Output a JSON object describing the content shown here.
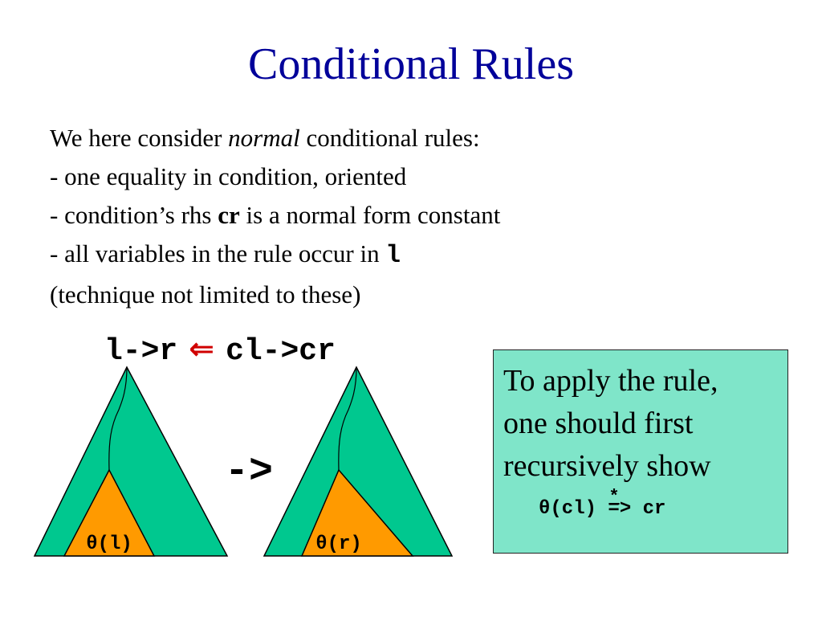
{
  "title": "Conditional Rules",
  "body": {
    "line1_pre": "We here consider ",
    "line1_em": "normal",
    "line1_post": " conditional rules:",
    "line2": "- one equality in condition, oriented",
    "line3_pre": "- condition’s rhs ",
    "line3_bold": "cr",
    "line3_post": " is a normal form constant",
    "line4_pre": "- all variables in the rule occur in ",
    "line4_code": "l",
    "line5": "(technique not limited to these)"
  },
  "rule": {
    "lhs": "l->r",
    "implied_by": "⇐",
    "condition": "cl->cr"
  },
  "rewrite_arrow": "->",
  "trees": {
    "left_label": "θ(l)",
    "right_label": "θ(r)"
  },
  "note": {
    "line1": "To apply the rule,",
    "line2": "one should first",
    "line3": "recursively show",
    "formula_pre": "θ(cl) ",
    "formula_star": "*",
    "formula_arrow": "=> cr"
  },
  "colors": {
    "title": "#00009a",
    "tree_fill": "#00c88f",
    "subtree_fill": "#ff9a00",
    "note_bg": "#7fe5c9",
    "implied_by_arrow": "#d00000"
  }
}
